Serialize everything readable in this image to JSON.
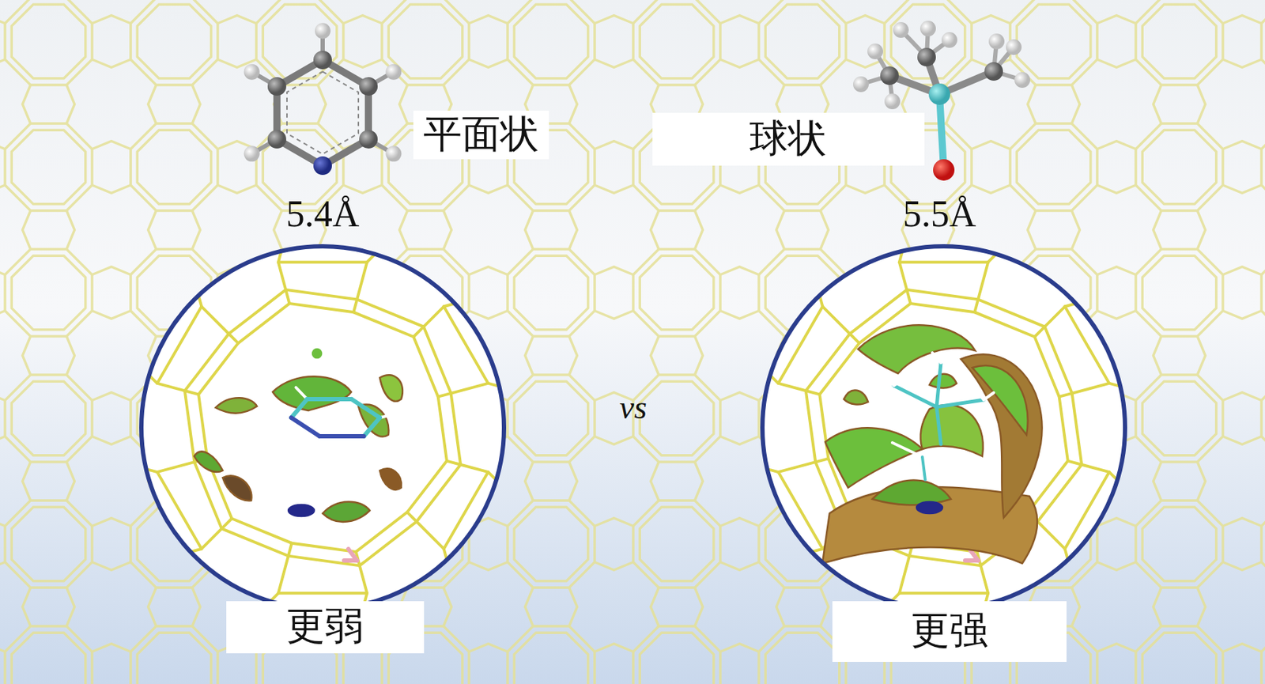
{
  "diagram": {
    "nodes": [
      {
        "text": [
          "平面状"
        ]
      },
      {
        "text": [
          "球状"
        ]
      },
      {
        "text": [
          "更弱"
        ]
      },
      {
        "text": [
          "更强"
        ]
      }
    ],
    "labels": [
      "5.4Å",
      "5.5Å",
      "vs"
    ]
  }
}
